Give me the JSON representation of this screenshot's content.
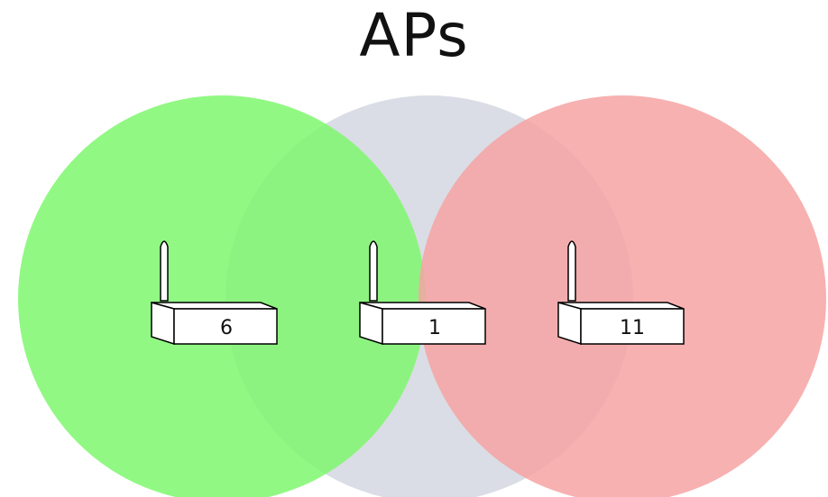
{
  "title": "APs",
  "access_points": [
    {
      "channel": "6",
      "color": "#7ff76f"
    },
    {
      "channel": "1",
      "color": "#d3d7e0"
    },
    {
      "channel": "11",
      "color": "#f6a3a3"
    }
  ]
}
